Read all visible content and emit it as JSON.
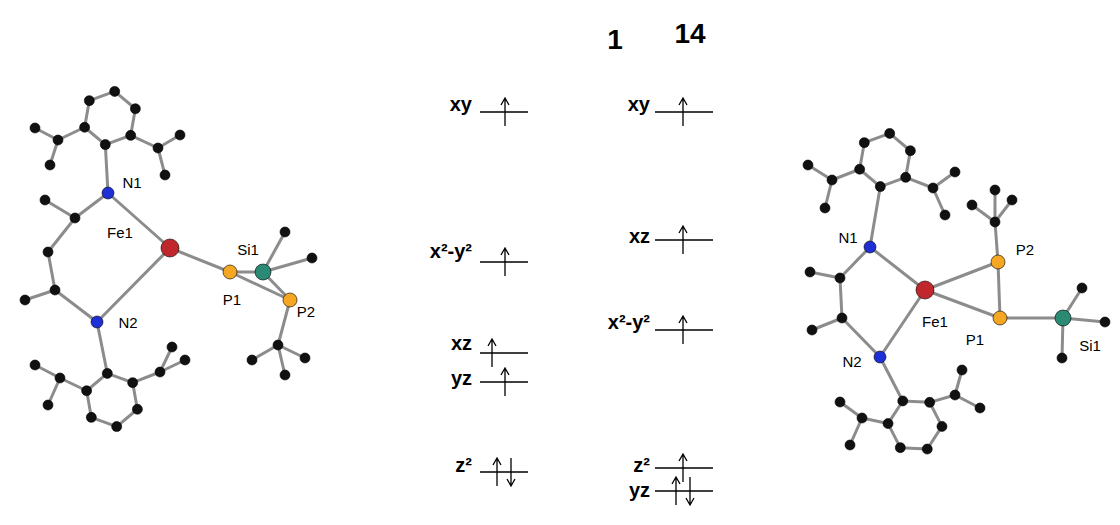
{
  "diagram": {
    "labels": [
      "1",
      "14",
      "xy",
      "x²-y²",
      "xz",
      "yz",
      "z²",
      "xy",
      "xz",
      "x²-y²",
      "z²",
      "yz",
      "N1",
      "Fe1",
      "Si1",
      "P1",
      "P2",
      "N2",
      "N1",
      "P2",
      "Fe1",
      "P1",
      "N2",
      "Si1"
    ]
  }
}
